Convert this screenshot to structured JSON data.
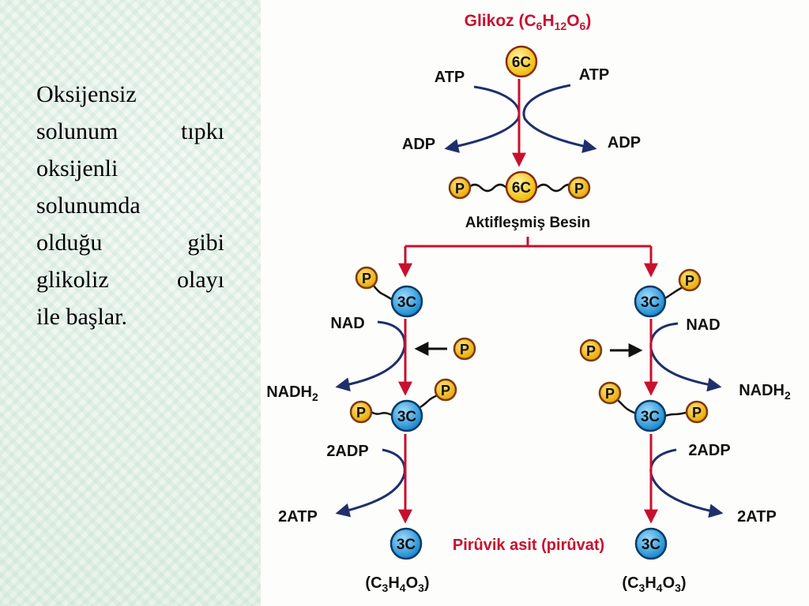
{
  "text": {
    "lines": [
      "Oksijensiz",
      "solunum tıpkı",
      "oksijenli",
      "solunumda",
      "olduğu gibi",
      "glikoliz olayı",
      "ile başlar."
    ]
  },
  "diagram": {
    "title_prefix": "Glikoz (C",
    "title_sub_6a": "6",
    "title_h": "H",
    "title_sub_12": "12",
    "title_o": "O",
    "title_sub_6b": "6",
    "title_suffix": ")",
    "glucose_node": "6C",
    "atp_left": "ATP",
    "atp_right": "ATP",
    "adp_left": "ADP",
    "adp_right": "ADP",
    "phosphate": "P",
    "activated_node": "6C",
    "activated_label": "Aktifleşmiş Besin",
    "three_carbon": "3C",
    "nad": "NAD",
    "nadh": "NADH",
    "nadh_sub": "2",
    "adp2": "2ADP",
    "atp2": "2ATP",
    "pyruvate_label": "Pirûvik asit (pirûvat)",
    "formula_c": "(C",
    "formula_sub_3": "3",
    "formula_h": "H",
    "formula_sub_4": "4",
    "formula_o": "O",
    "formula_sub_3b": "3",
    "formula_close": ")",
    "colors": {
      "title_red": "#c8102e",
      "arrow_red": "#c8102e",
      "arrow_navy": "#1f2f6b",
      "six_carbon": "#f5c400",
      "three_carbon": "#1ea3e0",
      "phosphate": "#f1b400"
    }
  }
}
